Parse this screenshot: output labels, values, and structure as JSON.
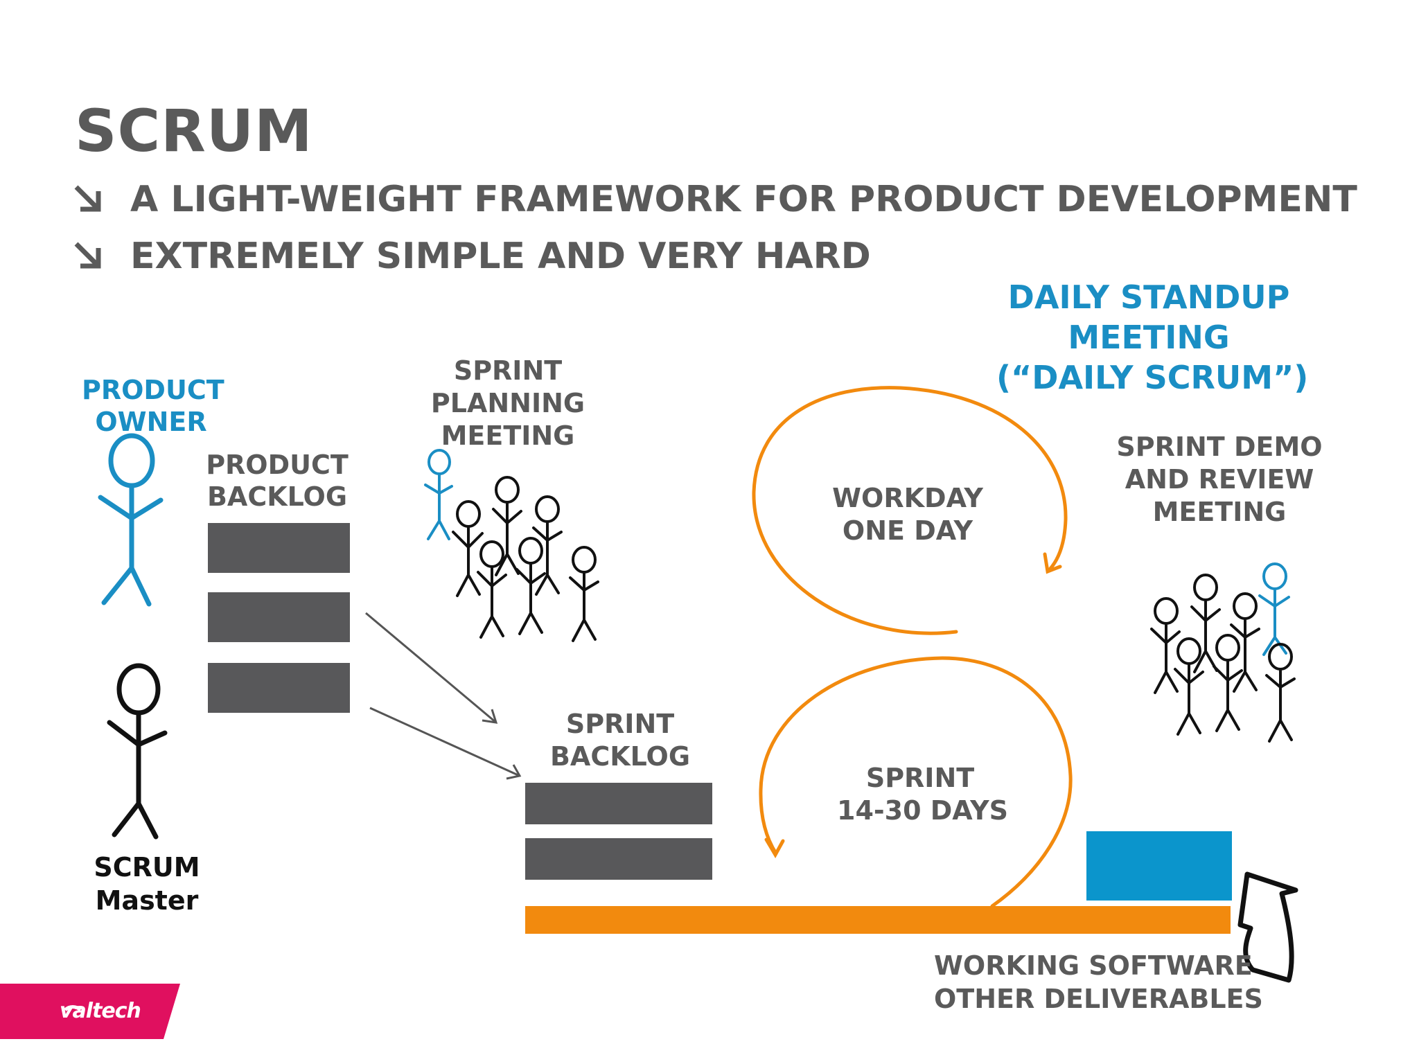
{
  "slide": {
    "title": "SCRUM",
    "bullets": [
      "A LIGHT-WEIGHT FRAMEWORK FOR PRODUCT DEVELOPMENT",
      "EXTREMELY SIMPLE AND VERY HARD"
    ]
  },
  "diagram": {
    "product_owner": [
      "PRODUCT",
      "OWNER"
    ],
    "scrum_master": [
      "SCRUM",
      "Master"
    ],
    "product_backlog": [
      "PRODUCT",
      "BACKLOG"
    ],
    "sprint_planning": [
      "SPRINT",
      "PLANNING",
      "MEETING"
    ],
    "sprint_backlog": [
      "SPRINT",
      "BACKLOG"
    ],
    "workday": [
      "WORKDAY",
      "ONE DAY"
    ],
    "sprint": [
      "SPRINT",
      "14-30 DAYS"
    ],
    "daily_standup": [
      "DAILY STANDUP",
      "MEETING",
      "(“DAILY SCRUM”)"
    ],
    "sprint_demo": [
      "SPRINT DEMO",
      "AND REVIEW",
      "MEETING"
    ],
    "working_software": [
      "WORKING SOFTWARE",
      "OTHER DELIVERABLES"
    ]
  },
  "brand": {
    "logo_text": "valtech"
  },
  "colors": {
    "accent_orange": "#f28a0e",
    "accent_blue": "#1a8ec4",
    "text_gray": "#5a5a5a",
    "bar_gray": "#58585a",
    "brand_pink": "#e0105f",
    "deliverable_blue": "#0b95cc"
  },
  "icons": [
    "arrow-bullet-icon",
    "stick-figure-icon",
    "team-icon",
    "cycle-arrow-icon",
    "curved-arrow-icon"
  ]
}
